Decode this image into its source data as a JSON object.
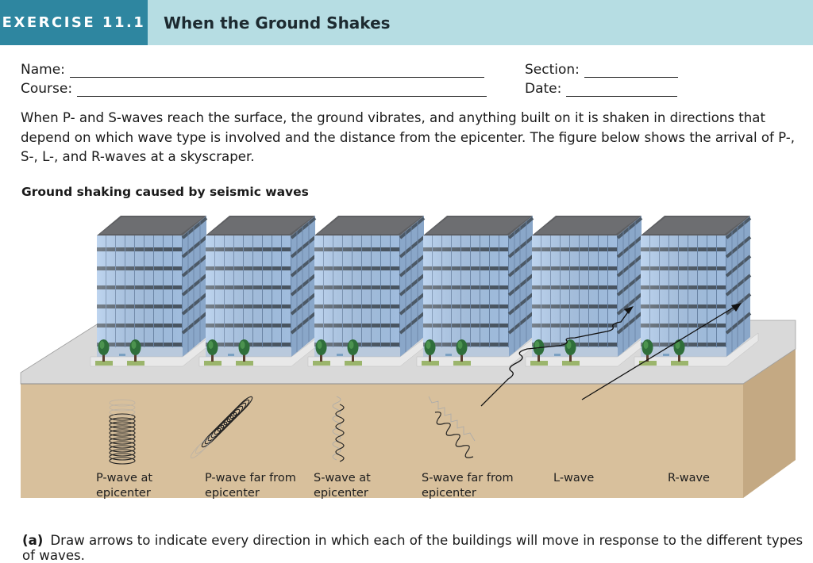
{
  "header": {
    "exercise_label": "EXERCISE 11.1",
    "title": "When the Ground Shakes"
  },
  "form": {
    "name_label": "Name:",
    "course_label": "Course:",
    "section_label": "Section:",
    "date_label": "Date:"
  },
  "intro_text": "When P- and S-waves reach the surface, the ground vibrates, and anything built on it is shaken in directions that depend on which wave type is involved and the distance from the epicenter. The figure below shows the arrival of P-, S-, L-, and R-waves at a skyscraper.",
  "figure": {
    "title": "Ground shaking caused by seismic waves",
    "labels": [
      {
        "line1": "P-wave at",
        "line2": "epicenter"
      },
      {
        "line1": "P-wave far from",
        "line2": "epicenter"
      },
      {
        "line1": "S-wave at",
        "line2": "epicenter"
      },
      {
        "line1": "S-wave far from",
        "line2": "epicenter"
      },
      {
        "line1": "L-wave",
        "line2": ""
      },
      {
        "line1": "R-wave",
        "line2": ""
      }
    ]
  },
  "question": {
    "marker": "(a)",
    "text": "Draw arrows to indicate every direction in which each of the buildings will move in response to the different types of waves."
  },
  "colors": {
    "tag_bg": "#2e86a0",
    "header_bg": "#b6dde3",
    "ground_top": "#dcdcdc",
    "earth": "#dcc6a5",
    "glass": "#a9c7ea"
  }
}
